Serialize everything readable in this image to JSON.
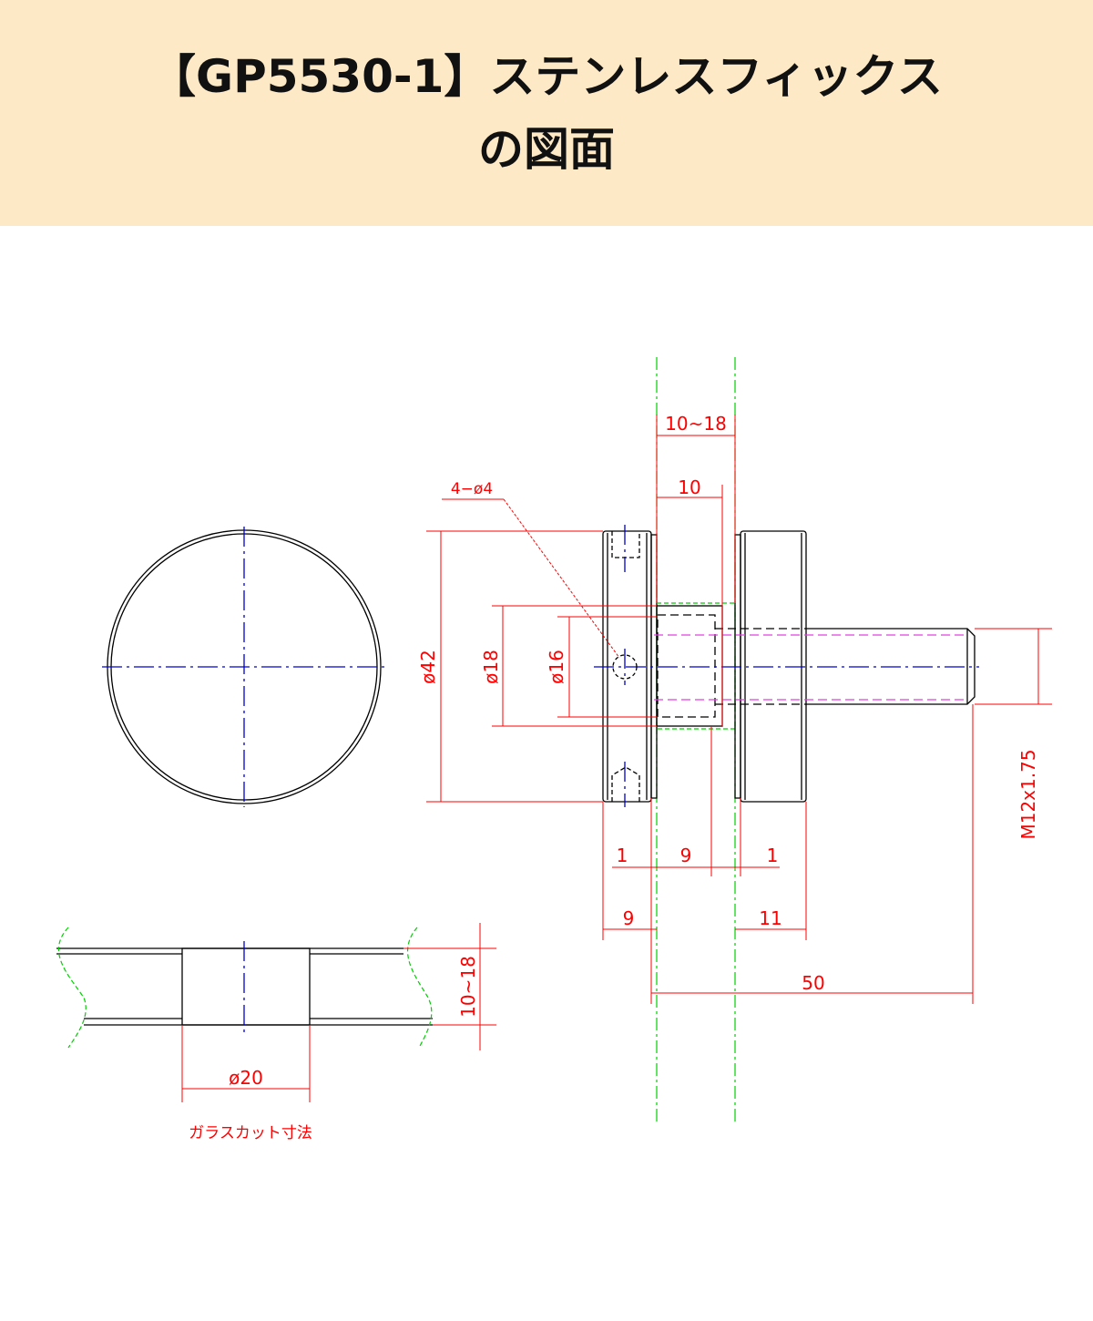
{
  "header": {
    "title_line1": "【GP5530-1】ステンレスフィックス",
    "title_line2": "の図面"
  },
  "drawing": {
    "glass_thickness": "10~18",
    "sleeve_length": "10",
    "holes": "4−ø4",
    "dia_plate": "ø42",
    "dia_sleeve": "ø18",
    "dia_inner": "ø16",
    "thread": "M12x1.75",
    "dim_1_left": "1",
    "dim_9_mid": "9",
    "dim_1_right": "1",
    "dim_9_bottom": "9",
    "dim_11": "11",
    "dim_50": "50",
    "glass_cut_thickness": "10~18",
    "glass_cut_dia": "ø20",
    "glass_cut_caption": "ガラスカット寸法"
  }
}
